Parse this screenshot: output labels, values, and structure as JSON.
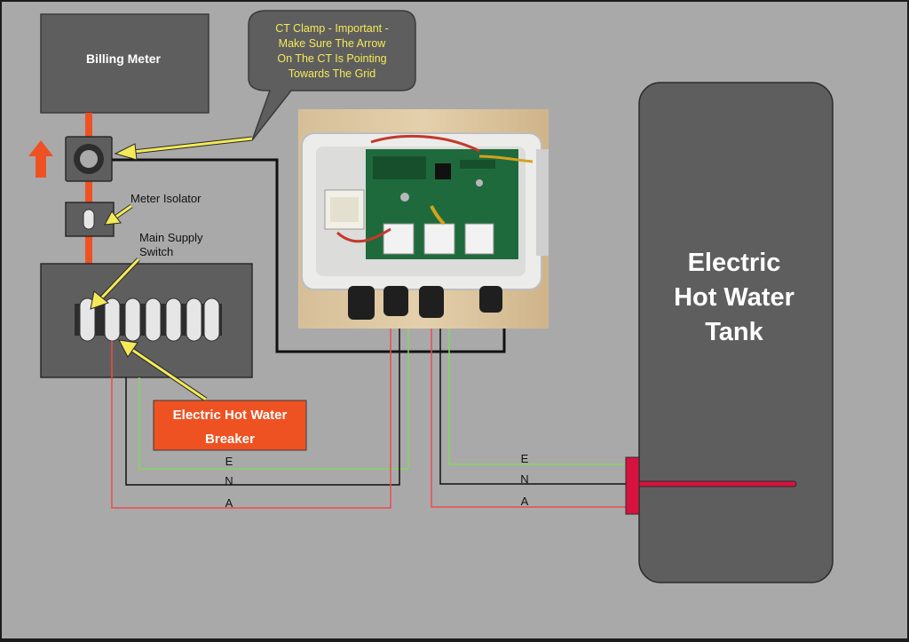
{
  "billing_meter": {
    "label": "Billing Meter"
  },
  "callout": {
    "lines": [
      "CT Clamp - Important -",
      "Make Sure The Arrow",
      "On The CT Is Pointing",
      "Towards The Grid"
    ]
  },
  "labels": {
    "meter_isolator": "Meter Isolator",
    "main_supply_switch_1": "Main Supply",
    "main_supply_switch_2": "Switch"
  },
  "breaker": {
    "line1": "Electric Hot Water",
    "line2": "Breaker"
  },
  "tank": {
    "line1": "Electric",
    "line2": "Hot Water",
    "line3": "Tank"
  },
  "wires_left": {
    "earth": "E",
    "neutral": "N",
    "active": "A"
  },
  "wires_right": {
    "earth": "E",
    "neutral": "N",
    "active": "A"
  },
  "colors": {
    "background": "#a9a9aa",
    "box": "#5e5e5e",
    "orange": "#ef5222",
    "callout": "#5e5e5e",
    "callout_text": "#f4ea58",
    "yellow_arrow": "#f4ea58",
    "earth_wire": "#84d65e",
    "neutral_wire": "#111111",
    "active_wire": "#ee4c4c",
    "element": "#d8123f"
  },
  "icons": [
    "ct-clamp-icon",
    "up-arrow-icon",
    "controller-photo"
  ]
}
